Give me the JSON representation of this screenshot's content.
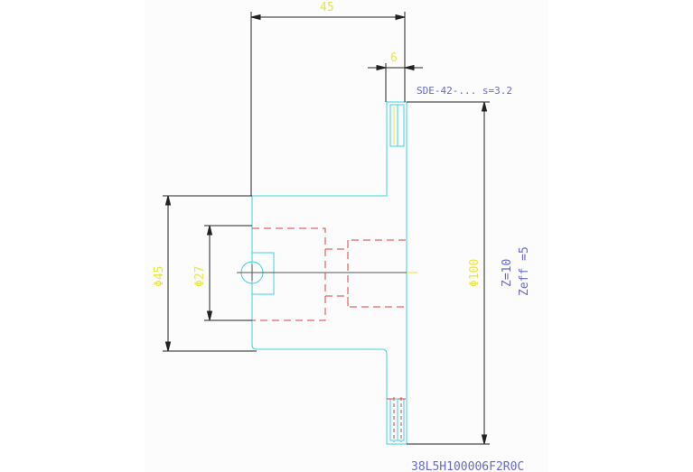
{
  "drawing": {
    "dim_width_45": "45",
    "dim_width_6": "6",
    "dim_dia_45": "Φ45",
    "dim_dia_27": "Φ27",
    "dim_dia_100": "Φ100",
    "note_sde": "SDE-42-... s=3.2",
    "gear_z": "Z=10",
    "gear_zeff": "Zeff =5",
    "part_code": "38L5H100006F2R0C"
  },
  "colors": {
    "outline": "#3fd3e0",
    "dimension": "#222222",
    "dimension_text": "#e8e840",
    "hidden": "#e04040",
    "note": "#6a6acc"
  }
}
